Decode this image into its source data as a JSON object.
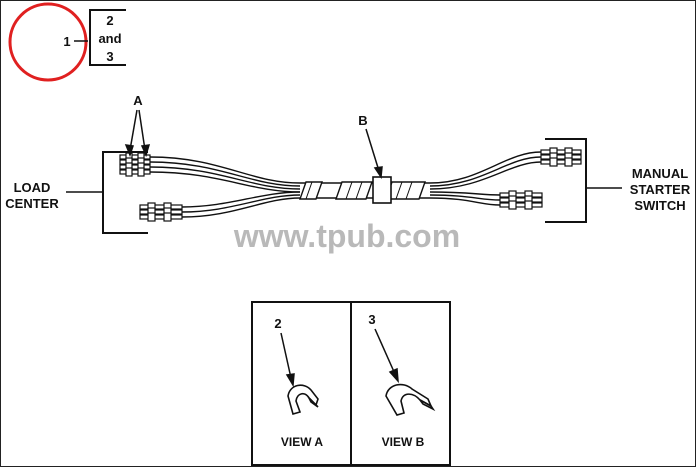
{
  "step": {
    "number": "1",
    "refs": [
      "2",
      "and",
      "3"
    ]
  },
  "labels": {
    "left": [
      "LOAD",
      "CENTER"
    ],
    "right": [
      "MANUAL",
      "STARTER",
      "SWITCH"
    ],
    "callout_a": "A",
    "callout_b": "B"
  },
  "watermark": "www.tpub.com",
  "views": [
    {
      "callout": "2",
      "caption": "VIEW A"
    },
    {
      "callout": "3",
      "caption": "VIEW B"
    }
  ],
  "colors": {
    "ink": "#111111",
    "highlight_circle": "#e02020",
    "watermark": "#b9b9b9"
  }
}
